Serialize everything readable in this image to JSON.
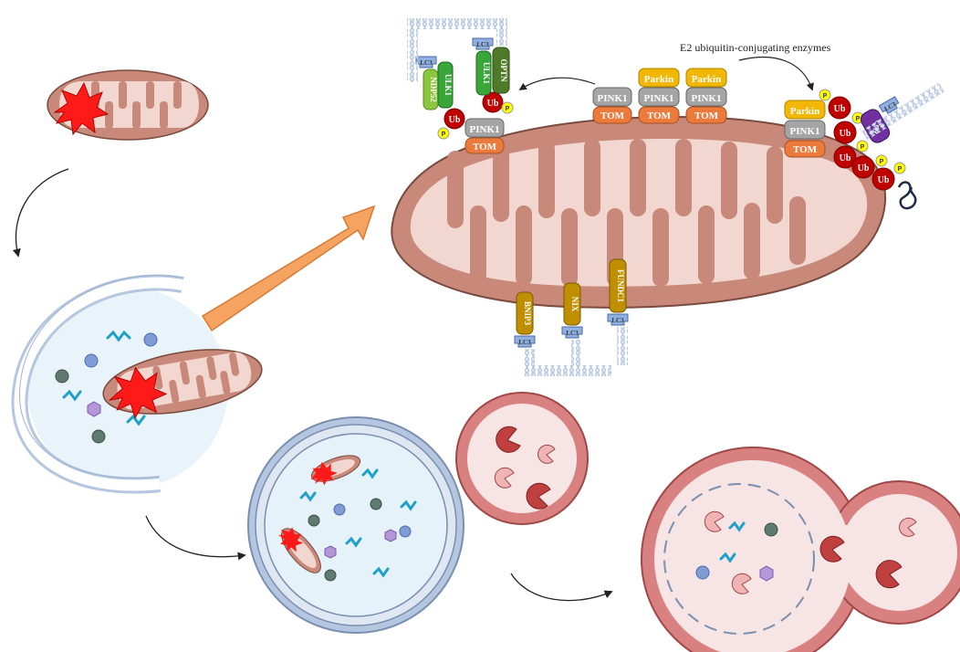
{
  "caption": "E2 ubiquitin-conjugating enzymes",
  "labels": {
    "pink1": "PINK1",
    "tom": "TOM",
    "parkin": "Parkin",
    "ub": "Ub",
    "p": "P",
    "ulk1": "ULK1",
    "ndp52": "NDP52",
    "optn": "OPTN",
    "p62": "p62",
    "lc3": "LC3",
    "bnip3": "BNIP3",
    "nix": "NIX",
    "fundc1": "FUNDC1"
  },
  "colors": {
    "mito_outer": "#c8897a",
    "mito_inner": "#f1d7cf",
    "pink1": "#a5a5a5",
    "tom": "#ec7a3a",
    "parkin": "#f2b705",
    "ub": "#c00000",
    "phospho": "#ffff00",
    "ulk1": "#3aa63a",
    "ndp52": "#8cc63f",
    "optn": "#4f7a28",
    "p62": "#7030a0",
    "lc3": "#8fb0e0",
    "receptor": "#bf8f00",
    "lysosome": "#d98080",
    "arrow": "#f4a460"
  }
}
